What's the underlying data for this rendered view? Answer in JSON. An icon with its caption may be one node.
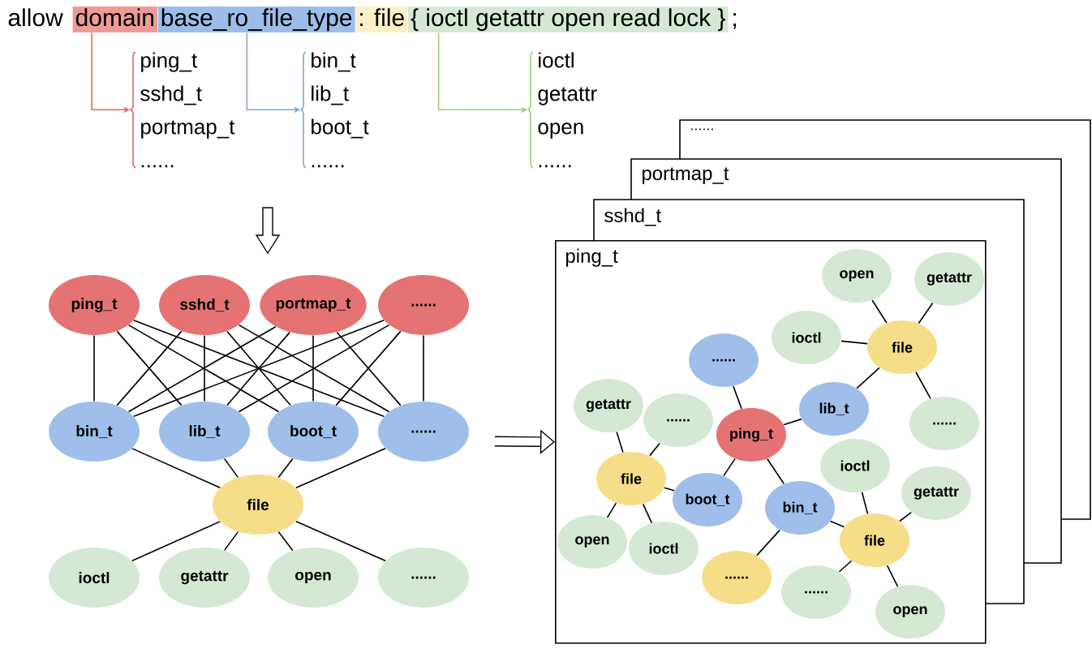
{
  "diagram": {
    "nodes": [
      {
        "text": [
          "domain"
        ]
      },
      {
        "text": [
          "base_ro_file_type"
        ]
      },
      {
        "text": [
          ": file"
        ]
      },
      {
        "text": [
          "{ ioctl getattr open read lock }"
        ],
        "beside": [
          ";"
        ]
      },
      {
        "text": [
          "ping_t",
          "sshd_t",
          "portmap_t",
          "......"
        ]
      },
      {
        "text": [
          "bin_t",
          "lib_t",
          "boot_t",
          "......"
        ]
      },
      {
        "text": [
          "ioctl",
          "getattr",
          "open",
          "......"
        ]
      },
      {
        "text": [
          "ping_t"
        ]
      },
      {
        "text": [
          "sshd_t"
        ]
      },
      {
        "text": [
          "portmap_t"
        ]
      },
      {
        "text": [
          "......"
        ]
      },
      {
        "text": [
          "bin_t"
        ]
      },
      {
        "text": [
          "lib_t"
        ]
      },
      {
        "text": [
          "boot_t"
        ]
      },
      {
        "text": [
          "......"
        ]
      },
      {
        "text": [
          "file"
        ]
      },
      {
        "text": [
          "ioctl"
        ]
      },
      {
        "text": [
          "getattr"
        ]
      },
      {
        "text": [
          "open"
        ]
      },
      {
        "text": [
          "......"
        ]
      },
      {
        "text": [
          "......"
        ]
      },
      {
        "text": [
          "portmap_t"
        ]
      },
      {
        "text": [
          "sshd_t"
        ]
      },
      {
        "text": [
          "ping_t"
        ]
      },
      {
        "text": [
          "open"
        ],
        "in": 23
      },
      {
        "text": [
          "getattr"
        ],
        "in": 23
      },
      {
        "text": [
          "ioctl"
        ],
        "in": 23
      },
      {
        "text": [
          "file"
        ],
        "in": 23
      },
      {
        "text": [
          "......"
        ],
        "in": 23
      },
      {
        "text": [
          "lib_t"
        ],
        "in": 23
      },
      {
        "text": [
          "......"
        ],
        "in": 23
      },
      {
        "text": [
          "getattr"
        ],
        "in": 23
      },
      {
        "text": [
          "......"
        ],
        "in": 23
      },
      {
        "text": [
          "ping_t"
        ],
        "in": 23
      },
      {
        "text": [
          "ioctl"
        ],
        "in": 23
      },
      {
        "text": [
          "file"
        ],
        "in": 23
      },
      {
        "text": [
          "boot_t"
        ],
        "in": 23
      },
      {
        "text": [
          "bin_t"
        ],
        "in": 23
      },
      {
        "text": [
          "getattr"
        ],
        "in": 23
      },
      {
        "text": [
          "file"
        ],
        "in": 23
      },
      {
        "text": [
          "open"
        ],
        "in": 23
      },
      {
        "text": [
          "ioctl"
        ],
        "in": 23
      },
      {
        "text": [
          "......"
        ],
        "in": 23
      },
      {
        "text": [
          "......"
        ],
        "in": 23
      },
      {
        "text": [
          "open"
        ],
        "in": 23
      }
    ],
    "edges": [
      {
        "from": 0,
        "to": 4,
        "arrow": "to",
        "color": "#e06666"
      },
      {
        "from": 1,
        "to": 5,
        "arrow": "to",
        "color": "#7ea6e0"
      },
      {
        "from": 3,
        "to": 6,
        "arrow": "to",
        "color": "#97d077"
      },
      {
        "from": 7,
        "to": 11,
        "arrow": "none"
      },
      {
        "from": 7,
        "to": 12,
        "arrow": "none"
      },
      {
        "from": 7,
        "to": 13,
        "arrow": "none"
      },
      {
        "from": 7,
        "to": 14,
        "arrow": "none"
      },
      {
        "from": 8,
        "to": 11,
        "arrow": "none"
      },
      {
        "from": 8,
        "to": 12,
        "arrow": "none"
      },
      {
        "from": 8,
        "to": 13,
        "arrow": "none"
      },
      {
        "from": 8,
        "to": 14,
        "arrow": "none"
      },
      {
        "from": 9,
        "to": 11,
        "arrow": "none"
      },
      {
        "from": 9,
        "to": 12,
        "arrow": "none"
      },
      {
        "from": 9,
        "to": 13,
        "arrow": "none"
      },
      {
        "from": 9,
        "to": 14,
        "arrow": "none"
      },
      {
        "from": 10,
        "to": 11,
        "arrow": "none"
      },
      {
        "from": 10,
        "to": 12,
        "arrow": "none"
      },
      {
        "from": 10,
        "to": 13,
        "arrow": "none"
      },
      {
        "from": 10,
        "to": 14,
        "arrow": "none"
      },
      {
        "from": 11,
        "to": 15,
        "arrow": "none"
      },
      {
        "from": 12,
        "to": 15,
        "arrow": "none"
      },
      {
        "from": 13,
        "to": 15,
        "arrow": "none"
      },
      {
        "from": 14,
        "to": 15,
        "arrow": "none"
      },
      {
        "from": 15,
        "to": 16,
        "arrow": "none"
      },
      {
        "from": 15,
        "to": 17,
        "arrow": "none"
      },
      {
        "from": 15,
        "to": 18,
        "arrow": "none"
      },
      {
        "from": 15,
        "to": 19,
        "arrow": "none"
      },
      {
        "from": 33,
        "to": 28,
        "arrow": "none"
      },
      {
        "from": 33,
        "to": 29,
        "arrow": "none"
      },
      {
        "from": 33,
        "to": 36,
        "arrow": "none"
      },
      {
        "from": 33,
        "to": 37,
        "arrow": "none"
      },
      {
        "from": 29,
        "to": 27,
        "arrow": "none"
      },
      {
        "from": 27,
        "to": 24,
        "arrow": "none"
      },
      {
        "from": 27,
        "to": 25,
        "arrow": "none"
      },
      {
        "from": 27,
        "to": 26,
        "arrow": "none"
      },
      {
        "from": 27,
        "to": 30,
        "arrow": "none"
      },
      {
        "from": 36,
        "to": 35,
        "arrow": "none"
      },
      {
        "from": 35,
        "to": 31,
        "arrow": "none"
      },
      {
        "from": 35,
        "to": 32,
        "arrow": "none"
      },
      {
        "from": 35,
        "to": 40,
        "arrow": "none"
      },
      {
        "from": 35,
        "to": 41,
        "arrow": "none"
      },
      {
        "from": 37,
        "to": 42,
        "arrow": "none"
      },
      {
        "from": 37,
        "to": 39,
        "arrow": "none"
      },
      {
        "from": 39,
        "to": 34,
        "arrow": "none"
      },
      {
        "from": 39,
        "to": 38,
        "arrow": "none"
      },
      {
        "from": 39,
        "to": 43,
        "arrow": "none"
      },
      {
        "from": 39,
        "to": 44,
        "arrow": "none"
      },
      {
        "from": null,
        "to": 23,
        "arrow": "to",
        "style": "thick"
      }
    ],
    "labels": [
      "allow"
    ]
  }
}
